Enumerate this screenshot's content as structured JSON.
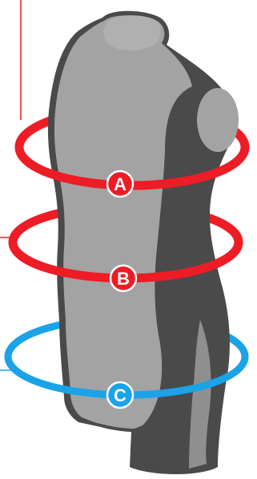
{
  "colors": {
    "background": "#ffffff",
    "torso_light": "#a3a3a3",
    "torso_shadow": "#646464",
    "torso_outline": "#4a4a4a",
    "ring_red": "#ee1c25",
    "ring_blue": "#1aa3e8",
    "marker_text": "#ffffff"
  },
  "markers": {
    "a": {
      "label": "A",
      "color": "red"
    },
    "b": {
      "label": "B",
      "color": "red"
    },
    "c": {
      "label": "C",
      "color": "blue"
    }
  }
}
